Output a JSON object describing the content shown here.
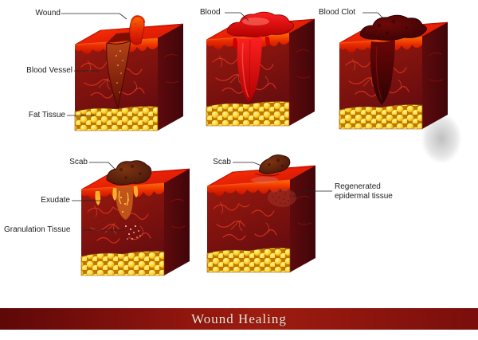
{
  "diagram": {
    "title": "Wound Healing",
    "stage_labels": {
      "wound": "Wound",
      "blood_vessel": "Blood Vessel",
      "fat_tissue": "Fat Tissue",
      "blood": "Blood",
      "blood_clot": "Blood Clot",
      "scab_stage4": "Scab",
      "exudate": "Exudate",
      "granulation_tissue": "Granulation Tissue",
      "scab_stage5": "Scab",
      "regenerated": "Regenerated epidermal tissue"
    },
    "colors": {
      "banner_dark": "#5e0808",
      "banner_mid": "#9e1c10",
      "banner_text": "#f4e6d7",
      "skin_surface": "#e01000",
      "dermis": "#7e120e",
      "fat_tissue": "#ffd935",
      "blood": "#e60000",
      "blood_clot": "#3c0202",
      "scab": "#47160a",
      "label_text": "#1c1c1c"
    }
  }
}
